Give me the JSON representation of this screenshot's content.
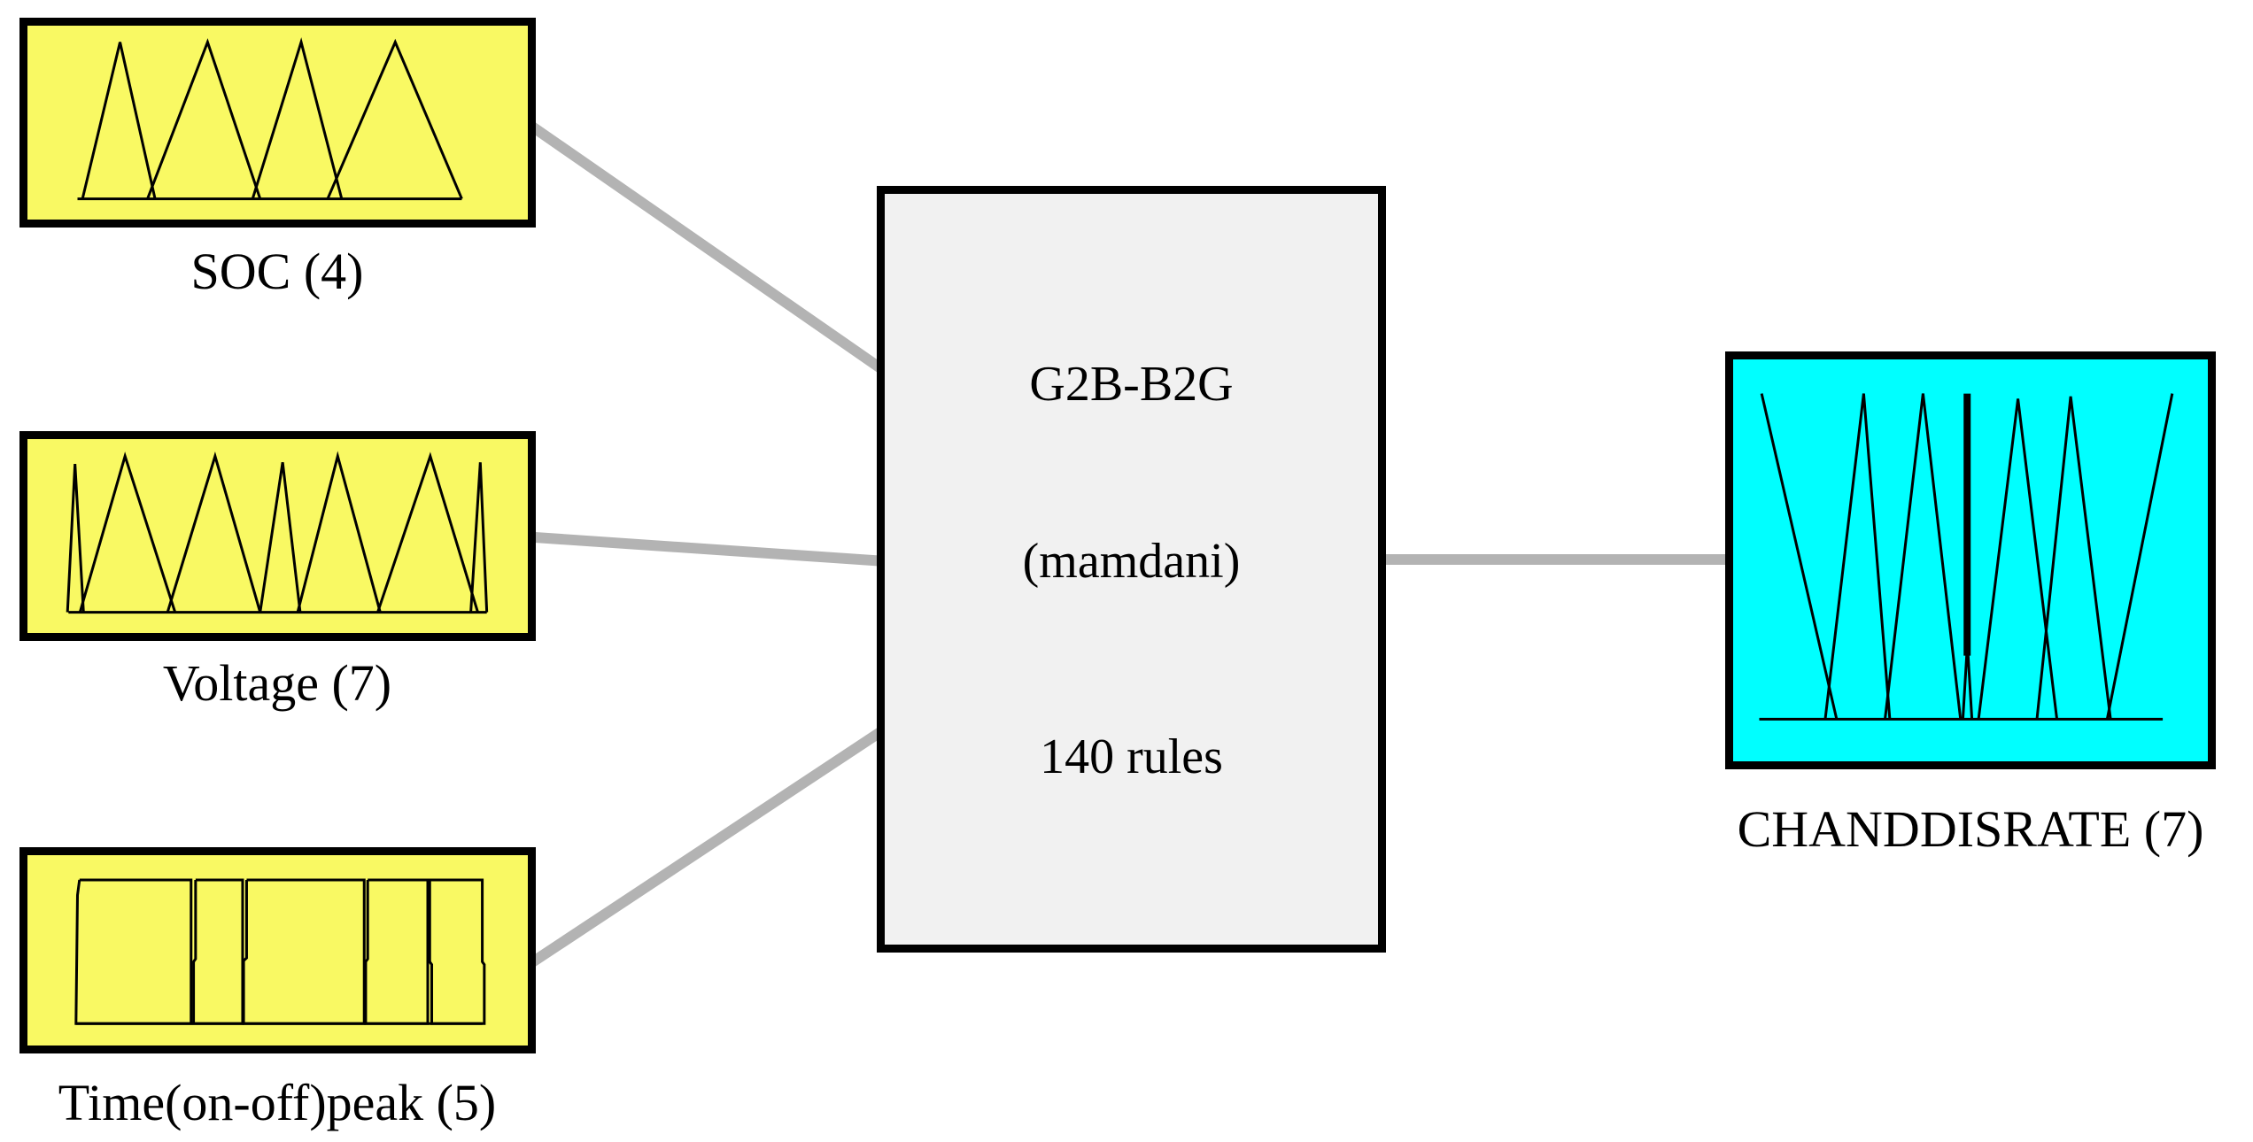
{
  "system_box": {
    "name": "G2B-B2G",
    "inference_type": "(mamdani)",
    "rules": "140 rules"
  },
  "inputs": [
    {
      "name": "SOC",
      "label": "SOC (4)",
      "mf_count": 4,
      "mf_shape": "triangular"
    },
    {
      "name": "Voltage",
      "label": "Voltage (7)",
      "mf_count": 7,
      "mf_shape": "triangular"
    },
    {
      "name": "Time(on-off)peak",
      "label": "Time(on-off)peak (5)",
      "mf_count": 5,
      "mf_shape": "trapezoidal"
    }
  ],
  "output": {
    "name": "CHANDDISRATE",
    "label": "CHANDDISRATE (7)",
    "mf_count": 7,
    "mf_shape": "triangular"
  },
  "colors": {
    "input_fill": "#f9f963",
    "output_fill": "#00ffff",
    "system_fill": "#f1f1f1",
    "connector": "#b3b3b3",
    "border": "#000000",
    "mf_stroke": "#000000",
    "background": "#ffffff",
    "text": "#000000"
  }
}
